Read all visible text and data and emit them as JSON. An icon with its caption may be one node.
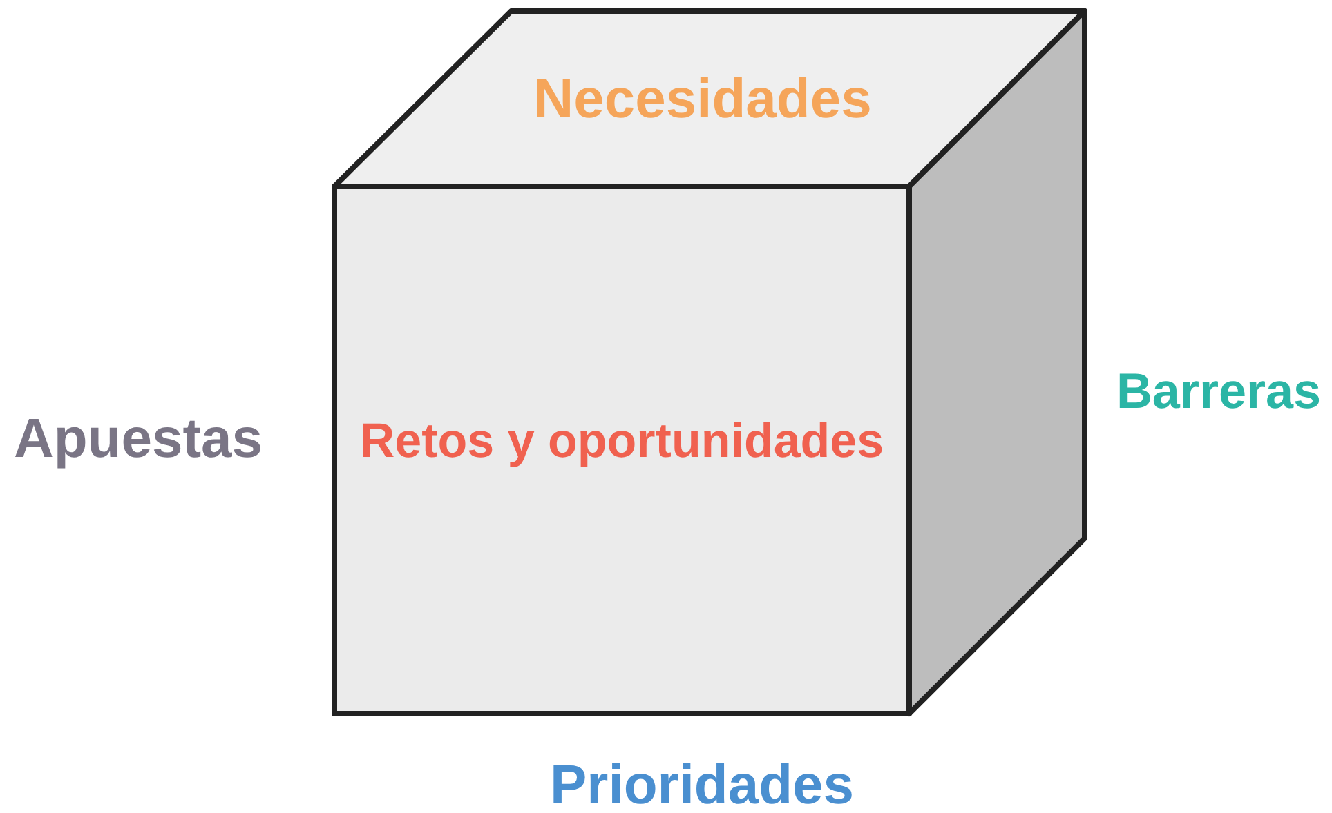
{
  "diagram": {
    "nodes": [
      {
        "text": [
          "Necesidades"
        ]
      },
      {
        "text": [
          "Retos y oportunidades"
        ]
      },
      {
        "text": [],
        "shape": "box"
      }
    ],
    "labels": [
      "Apuestas",
      "Barreras",
      "Prioridades"
    ]
  }
}
